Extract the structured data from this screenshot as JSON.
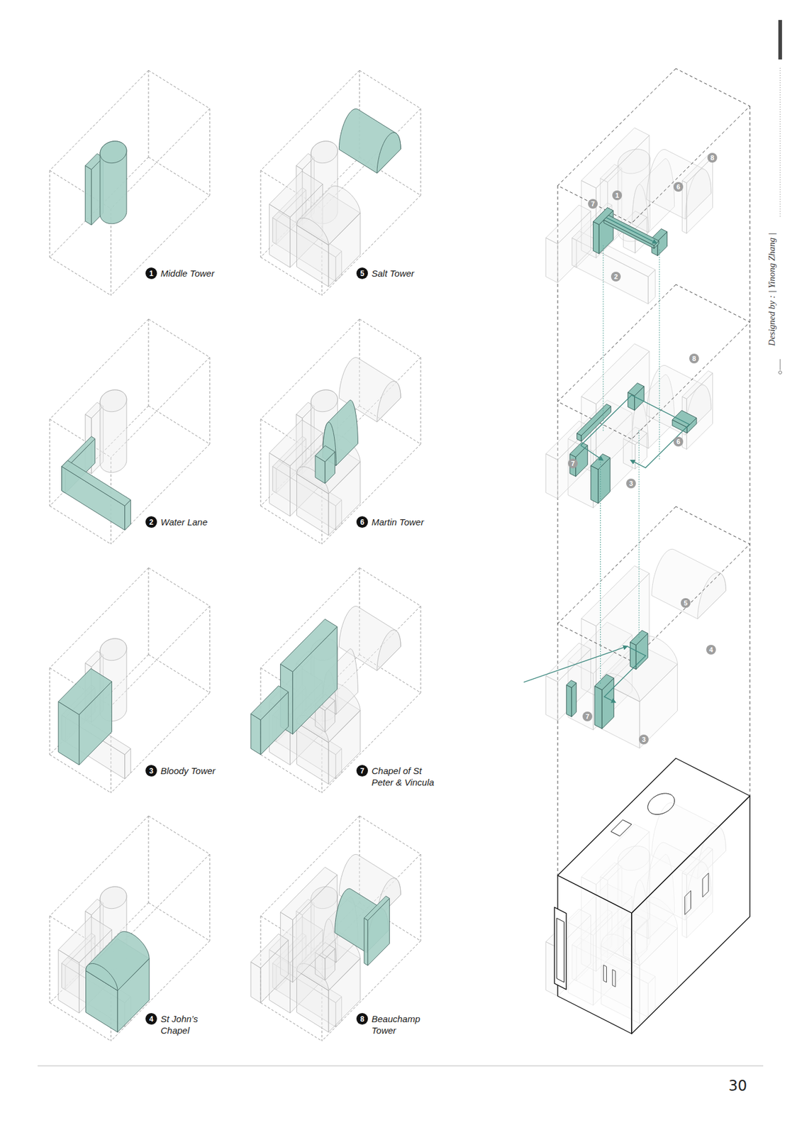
{
  "diagram": {
    "nodes": [
      {
        "text": [
          "1",
          "Middle Tower"
        ]
      },
      {
        "text": [
          "5",
          "Salt Tower"
        ]
      },
      {
        "text": [
          "2",
          "Water Lane"
        ]
      },
      {
        "text": [
          "6",
          "Martin Tower"
        ]
      },
      {
        "text": [
          "3",
          "Bloody Tower"
        ]
      },
      {
        "text": [
          "7",
          "Chapel of St Peter & Vincula"
        ]
      },
      {
        "text": [
          "4",
          "St John’s Chapel"
        ]
      },
      {
        "text": [
          "8",
          "Beauchamp Tower"
        ]
      }
    ],
    "labels": [
      "Designed by : | Yinong Zhang |",
      "30",
      "7",
      "1",
      "6",
      "8",
      "2",
      "8",
      "7",
      "6",
      "3",
      "5",
      "4",
      "7",
      "3"
    ]
  }
}
